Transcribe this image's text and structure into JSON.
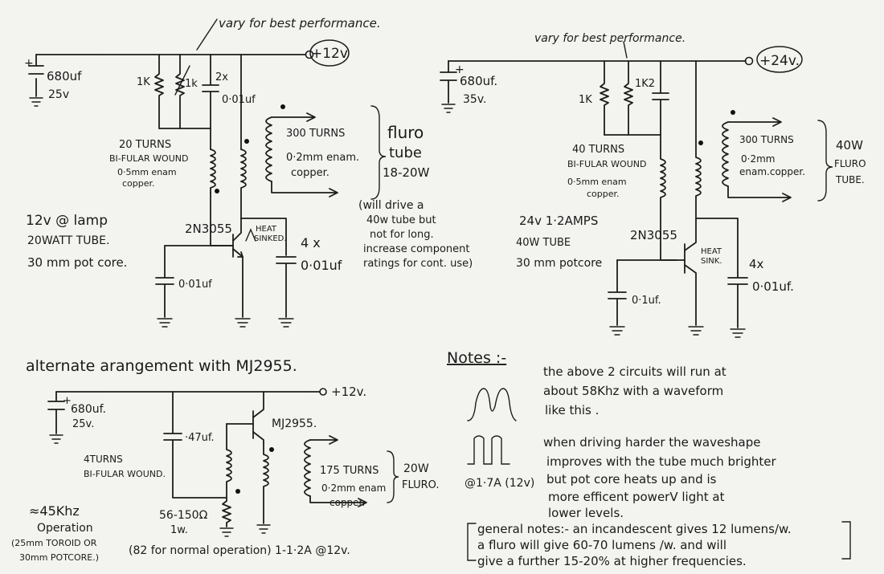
{
  "circuit_12v": {
    "vary_note": "vary for best performance.",
    "supply": "+12v",
    "cap_value": "680uf",
    "cap_voltage": "25v",
    "resistor": "1K",
    "pot": "1k",
    "cap_count": "2x",
    "cap_small": "0·01uf",
    "primary_turns": "20 TURNS",
    "primary_winding": "BI-FULAR WOUND",
    "primary_wire_1": "0·5mm enam",
    "primary_wire_2": "copper.",
    "secondary_turns": "300 TURNS",
    "secondary_wire_1": "0·2mm enam.",
    "secondary_wire_2": "copper.",
    "load_1": "fluro",
    "load_2": "tube",
    "load_3": "18-20W",
    "warn_1": "(will drive a",
    "warn_2": "40w tube but",
    "warn_3": "not for long.",
    "warn_4": "increase component",
    "warn_5": "ratings for cont. use)",
    "transistor": "2N3055",
    "heat_1": "HEAT",
    "heat_2": "SINKED.",
    "out_cap_count": "4 x",
    "out_cap": "0·01uf",
    "base_cap": "0·01uf",
    "spec_1": "12v @ lamp",
    "spec_2": "20WATT TUBE.",
    "spec_3": "30 mm pot core."
  },
  "circuit_24v": {
    "vary_note": "vary for best performance.",
    "supply": "+24v.",
    "cap_value": "680uf.",
    "cap_voltage": "35v.",
    "resistor": "1K",
    "pot": "1K2",
    "primary_turns": "40 TURNS",
    "primary_winding": "BI-FULAR WOUND",
    "primary_wire_1": "0·5mm enam",
    "primary_wire_2": "copper.",
    "secondary_turns": "300 TURNS",
    "secondary_wire_1": "0·2mm",
    "secondary_wire_2": "enam.copper.",
    "load_1": "40W",
    "load_2": "FLURO",
    "load_3": "TUBE.",
    "spec_1": "24v  1·2AMPS",
    "spec_2": "40W TUBE",
    "spec_3": "30 mm potcore",
    "transistor": "2N3055",
    "heat_1": "HEAT",
    "heat_2": "SINK.",
    "out_cap_count": "4x",
    "out_cap": "0·01uf.",
    "base_cap": "0·1uf."
  },
  "circuit_alt": {
    "title": "alternate arangement with MJ2955.",
    "supply": "+12v.",
    "cap_value": "680uf.",
    "cap_voltage": "25v.",
    "cap_47": "·47uf.",
    "transistor": "MJ2955.",
    "primary_turns": "4TURNS",
    "primary_winding": "BI-FULAR WOUND.",
    "secondary_turns": "175 TURNS",
    "secondary_wire_1": "0·2mm enam",
    "secondary_wire_2": "copper.",
    "load_1": "20W",
    "load_2": "FLURO.",
    "freq": "≈45Khz",
    "operation": "Operation",
    "core_1": "(25mm TOROID OR",
    "core_2": "30mm POTCORE.)",
    "resistor": "56-150Ω",
    "resistor_watt": "1w.",
    "normal_op": "(82 for normal operation) 1-1·2A @12v."
  },
  "notes": {
    "heading": "Notes :-",
    "line_1": "the above 2 circuits will run at",
    "line_2": "about 58Khz with a waveform",
    "line_3": "like this .",
    "line_4": "when driving harder the waveshape",
    "line_5": "improves with the tube much brighter",
    "line_6": "but pot core heats up and is",
    "line_7": "more efficent powerV light at",
    "line_8": "lower levels.",
    "waveform_label": "@1·7A (12v)",
    "general_1": "general notes:- an incandescent gives 12 lumens/w.",
    "general_2": "a fluro will give 60-70 lumens /w. and will",
    "general_3": "give a further 15-20% at higher frequencies."
  }
}
